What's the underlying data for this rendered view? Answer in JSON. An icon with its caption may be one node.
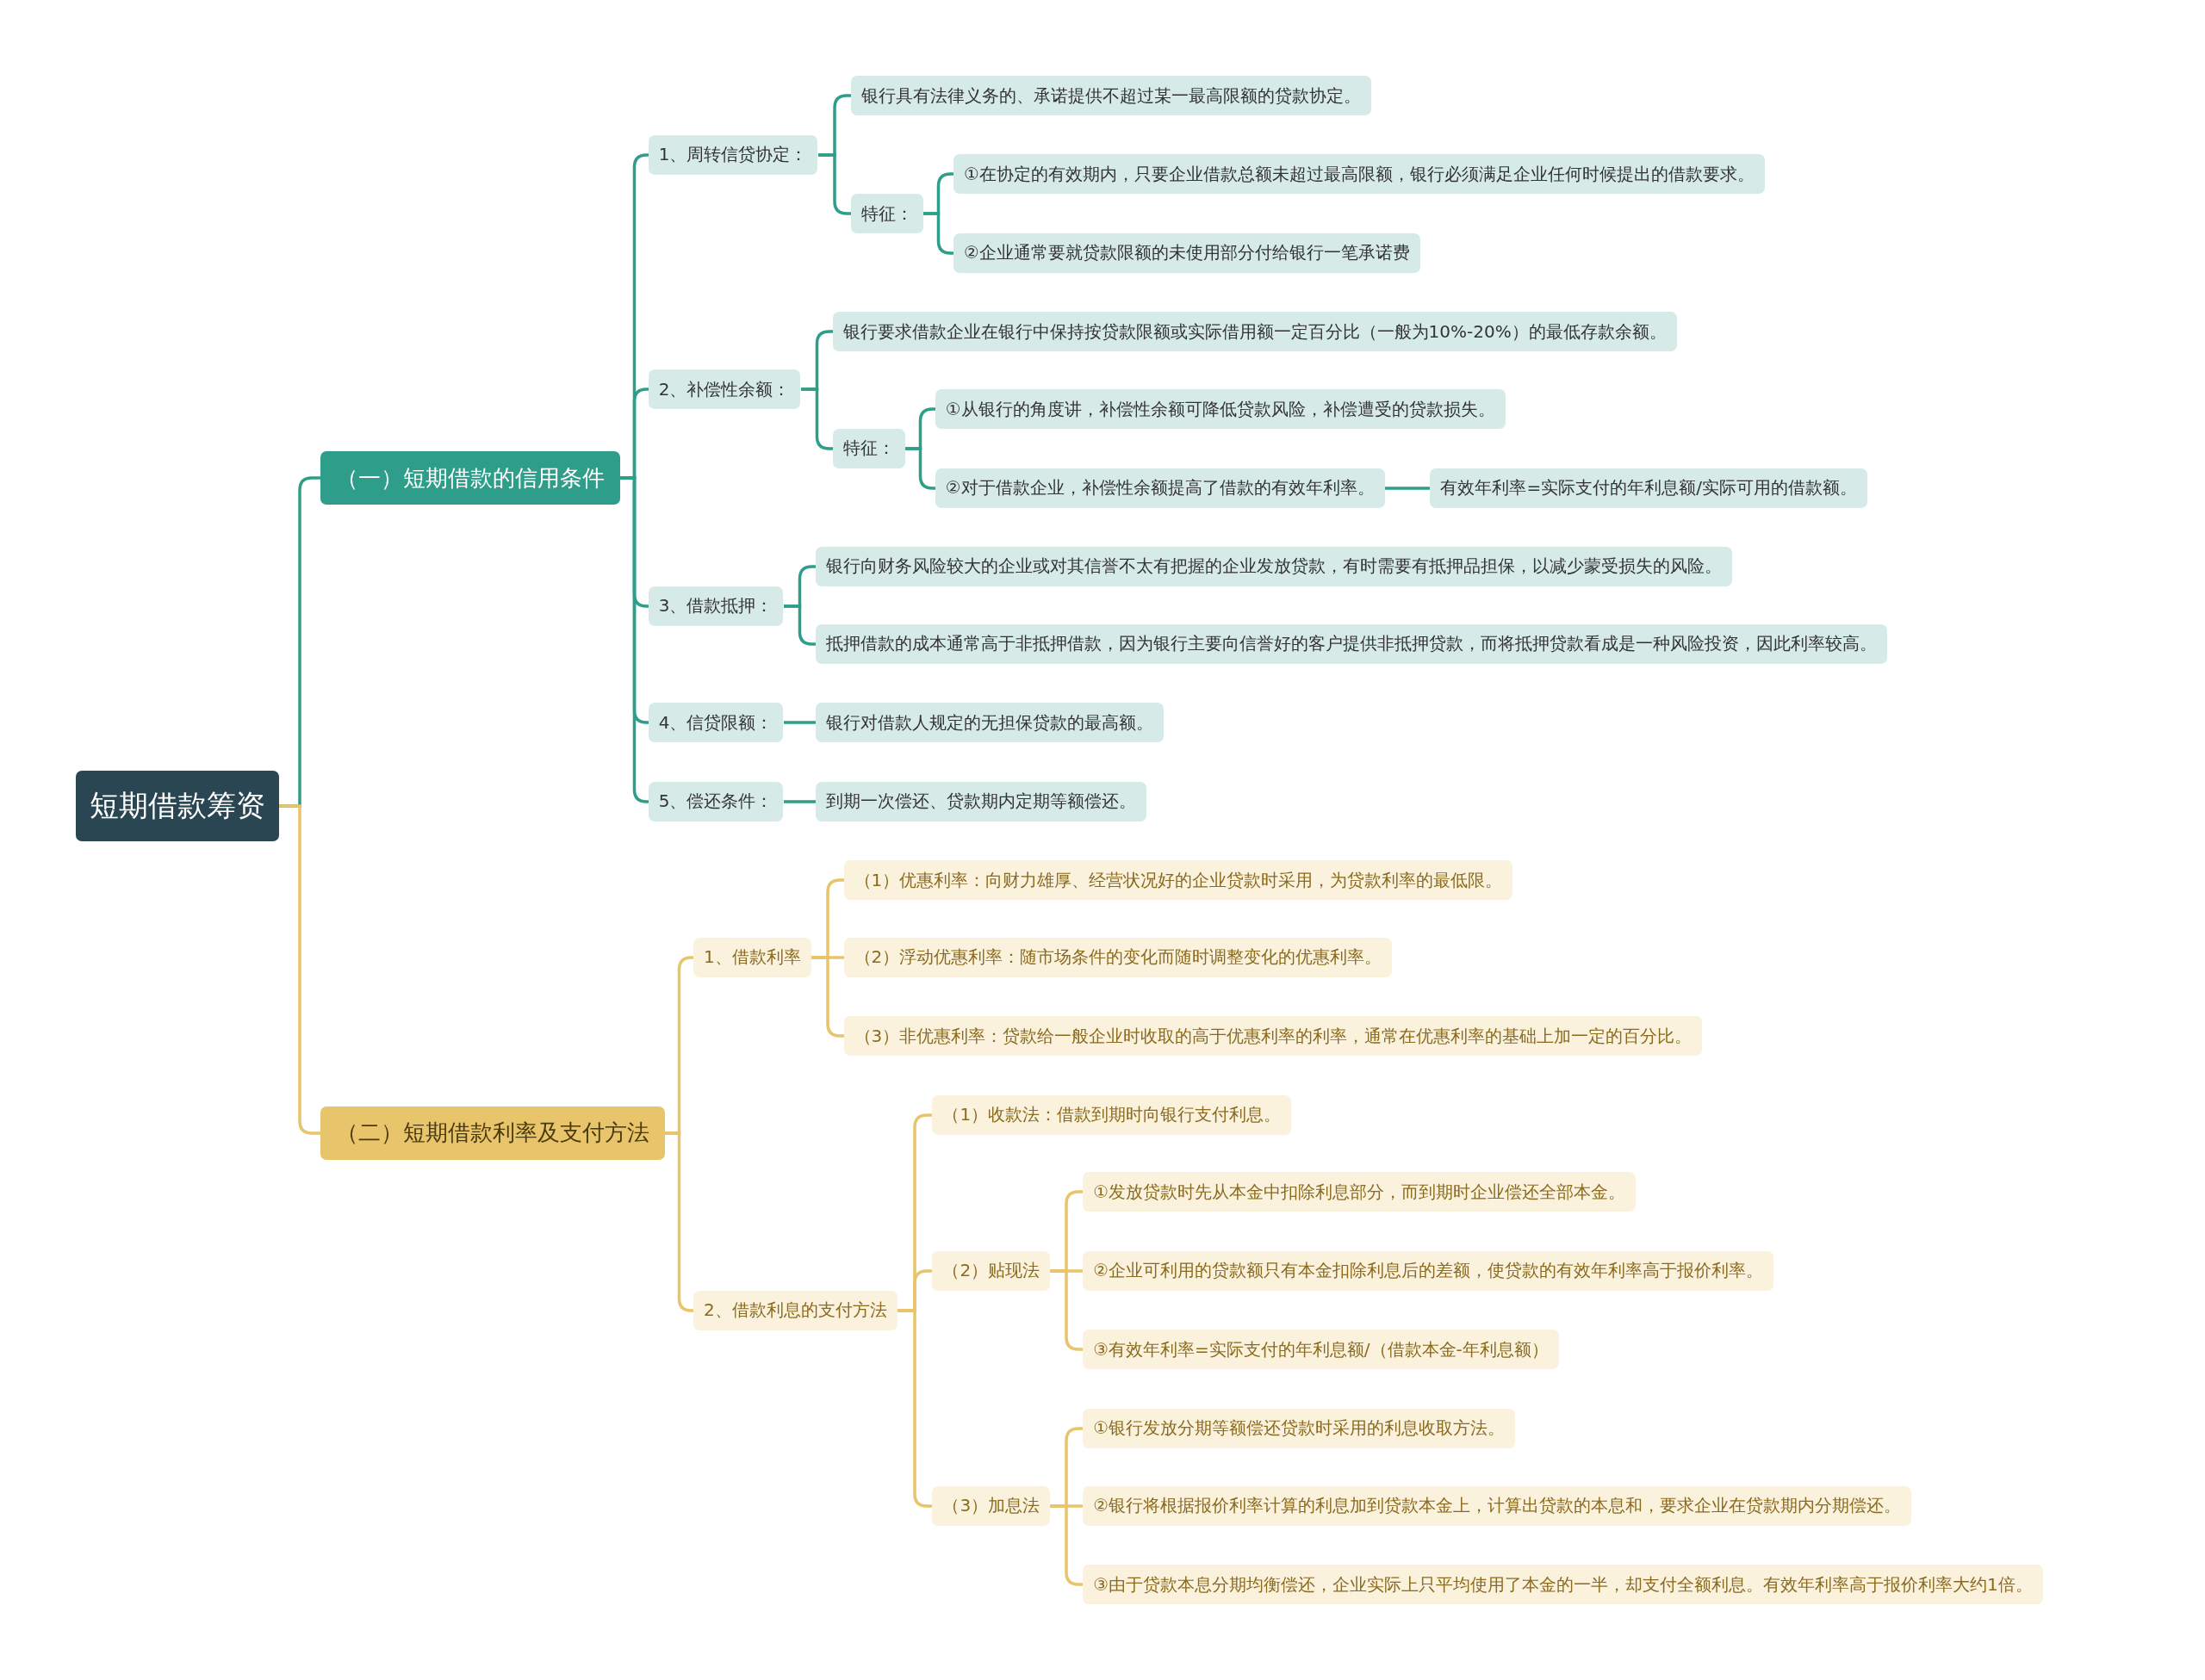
{
  "diagram": {
    "nodes": [
      {
        "text": [
          "短期借款筹资"
        ]
      },
      {
        "text": [
          "（一）短期借款的信用条件"
        ]
      },
      {
        "text": [
          "1、周转信贷协定："
        ]
      },
      {
        "text": [
          "银行具有法律义务的、承诺提供不超过某一最高限额的贷款协定。"
        ]
      },
      {
        "text": [
          "特征："
        ]
      },
      {
        "text": [
          "①在协定的有效期内，只要企业借款总额未超过最高限额，银行必须满足企业任何时候提出的借款要求。"
        ]
      },
      {
        "text": [
          "②企业通常要就贷款限额的未使用部分付给银行一笔承诺费"
        ]
      },
      {
        "text": [
          "2、补偿性余额："
        ]
      },
      {
        "text": [
          "银行要求借款企业在银行中保持按贷款限额或实际借用额一定百分比（一般为10%-20%）的最低存款余额。"
        ]
      },
      {
        "text": [
          "特征："
        ]
      },
      {
        "text": [
          "①从银行的角度讲，补偿性余额可降低贷款风险，补偿遭受的贷款损失。"
        ]
      },
      {
        "text": [
          "②对于借款企业，补偿性余额提高了借款的有效年利率。"
        ]
      },
      {
        "text": [
          "有效年利率=实际支付的年利息额/实际可用的借款额。"
        ]
      },
      {
        "text": [
          "3、借款抵押："
        ]
      },
      {
        "text": [
          "银行向财务风险较大的企业或对其信誉不太有把握的企业发放贷款，有时需要有抵押品担保，以减少蒙受损失的风险。"
        ]
      },
      {
        "text": [
          "抵押借款的成本通常高于非抵押借款，因为银行主要向信誉好的客户提供非抵押贷款，而将抵押贷款看成是一种风险投资，因此利率较高。"
        ]
      },
      {
        "text": [
          "4、信贷限额："
        ]
      },
      {
        "text": [
          "银行对借款人规定的无担保贷款的最高额。"
        ]
      },
      {
        "text": [
          "5、偿还条件："
        ]
      },
      {
        "text": [
          "到期一次偿还、贷款期内定期等额偿还。"
        ]
      },
      {
        "text": [
          "（二）短期借款利率及支付方法"
        ]
      },
      {
        "text": [
          "1、借款利率"
        ]
      },
      {
        "text": [
          "（1）优惠利率：向财力雄厚、经营状况好的企业贷款时采用，为贷款利率的最低限。"
        ]
      },
      {
        "text": [
          "（2）浮动优惠利率：随市场条件的变化而随时调整变化的优惠利率。"
        ]
      },
      {
        "text": [
          "（3）非优惠利率：贷款给一般企业时收取的高于优惠利率的利率，通常在优惠利率的基础上加一定的百分比。"
        ]
      },
      {
        "text": [
          "2、借款利息的支付方法"
        ]
      },
      {
        "text": [
          "（1）收款法：借款到期时向银行支付利息。"
        ]
      },
      {
        "text": [
          "（2）贴现法"
        ]
      },
      {
        "text": [
          "①发放贷款时先从本金中扣除利息部分，而到期时企业偿还全部本金。"
        ]
      },
      {
        "text": [
          "②企业可利用的贷款额只有本金扣除利息后的差额，使贷款的有效年利率高于报价利率。"
        ]
      },
      {
        "text": [
          "③有效年利率=实际支付的年利息额/（借款本金-年利息额）"
        ]
      },
      {
        "text": [
          "（3）加息法"
        ]
      },
      {
        "text": [
          "①银行发放分期等额偿还贷款时采用的利息收取方法。"
        ]
      },
      {
        "text": [
          "②银行将根据报价利率计算的利息加到贷款本金上，计算出贷款的本息和，要求企业在贷款期内分期偿还。"
        ]
      },
      {
        "text": [
          "③由于贷款本息分期均衡偿还，企业实际上只平均使用了本金的一半，却支付全额利息。有效年利率高于报价利率大约1倍。"
        ]
      }
    ],
    "edges": [
      {
        "from": 0,
        "to": 1,
        "arrow": "none"
      },
      {
        "from": 1,
        "to": 2,
        "arrow": "none"
      },
      {
        "from": 2,
        "to": 3,
        "arrow": "none"
      },
      {
        "from": 2,
        "to": 4,
        "arrow": "none"
      },
      {
        "from": 4,
        "to": 5,
        "arrow": "none"
      },
      {
        "from": 4,
        "to": 6,
        "arrow": "none"
      },
      {
        "from": 1,
        "to": 7,
        "arrow": "none"
      },
      {
        "from": 7,
        "to": 8,
        "arrow": "none"
      },
      {
        "from": 7,
        "to": 9,
        "arrow": "none"
      },
      {
        "from": 9,
        "to": 10,
        "arrow": "none"
      },
      {
        "from": 9,
        "to": 11,
        "arrow": "none"
      },
      {
        "from": 11,
        "to": 12,
        "arrow": "none"
      },
      {
        "from": 1,
        "to": 13,
        "arrow": "none"
      },
      {
        "from": 13,
        "to": 14,
        "arrow": "none"
      },
      {
        "from": 13,
        "to": 15,
        "arrow": "none"
      },
      {
        "from": 1,
        "to": 16,
        "arrow": "none"
      },
      {
        "from": 16,
        "to": 17,
        "arrow": "none"
      },
      {
        "from": 1,
        "to": 18,
        "arrow": "none"
      },
      {
        "from": 18,
        "to": 19,
        "arrow": "none"
      },
      {
        "from": 0,
        "to": 20,
        "arrow": "none",
        "color": "#e8c46a"
      },
      {
        "from": 20,
        "to": 21,
        "arrow": "none",
        "color": "#e8c46a"
      },
      {
        "from": 21,
        "to": 22,
        "arrow": "none",
        "color": "#e8c46a"
      },
      {
        "from": 21,
        "to": 23,
        "arrow": "none",
        "color": "#e8c46a"
      },
      {
        "from": 21,
        "to": 24,
        "arrow": "none",
        "color": "#e8c46a"
      },
      {
        "from": 20,
        "to": 25,
        "arrow": "none",
        "color": "#e8c46a"
      },
      {
        "from": 25,
        "to": 26,
        "arrow": "none",
        "color": "#e8c46a"
      },
      {
        "from": 25,
        "to": 27,
        "arrow": "none",
        "color": "#e8c46a"
      },
      {
        "from": 27,
        "to": 28,
        "arrow": "none",
        "color": "#e8c46a"
      },
      {
        "from": 27,
        "to": 29,
        "arrow": "none",
        "color": "#e8c46a"
      },
      {
        "from": 27,
        "to": 30,
        "arrow": "none",
        "color": "#e8c46a"
      },
      {
        "from": 25,
        "to": 31,
        "arrow": "none",
        "color": "#e8c46a"
      },
      {
        "from": 31,
        "to": 32,
        "arrow": "none",
        "color": "#e8c46a"
      },
      {
        "from": 31,
        "to": 33,
        "arrow": "none",
        "color": "#e8c46a"
      },
      {
        "from": 31,
        "to": 34,
        "arrow": "none",
        "color": "#e8c46a"
      }
    ]
  }
}
